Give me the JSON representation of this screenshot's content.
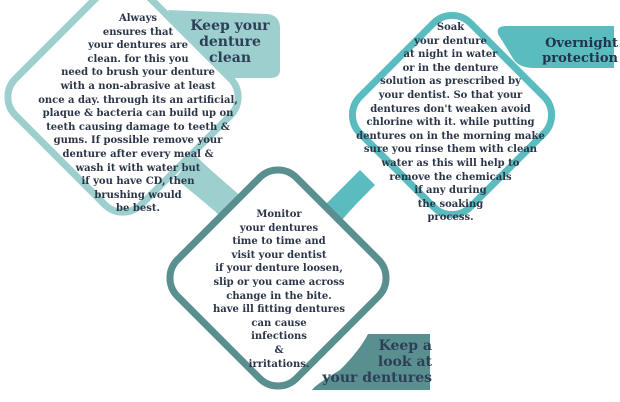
{
  "cards": [
    {
      "tag": "Keep your\ndenture\nclean",
      "text": "Always\nensures that\nyour dentures are\nclean. for this you\nneed to brush your denture\nwith a non-abrasive at least\nonce a day. through its an artificial,\nplaque & bacteria can build up on\nteeth causing damage to teeth &\ngums. If possible remove your\ndenture after every meal &\nwash it with water but\nif you have CD, then\nbrushing would\nbe best."
    },
    {
      "tag": "Overnight\nprotection",
      "text": "Soak\nyour denture\nat night in water\nor in the denture\nsolution as prescribed by\nyour dentist. So that your\ndentures don't weaken avoid\nchlorine with it. while putting\ndentures on in the morning make\nsure you rinse them with clean\nwater as this will help to\nremove the chemicals\nif any during\nthe soaking\nprocess."
    },
    {
      "tag": "Keep a\nlook at\nyour dentures",
      "text": "Monitor\nyour dentures\ntime to time and\nvisit your dentist\nif your denture loosen,\nslip or you came across\nchange in the bite.\nhave ill fitting dentures\ncan cause\ninfections\n&\nirritations."
    }
  ],
  "colors": {
    "card1": "#9ecfcf",
    "card2": "#5bbcbf",
    "card3": "#5a8f8f",
    "text": "#2b3548"
  }
}
